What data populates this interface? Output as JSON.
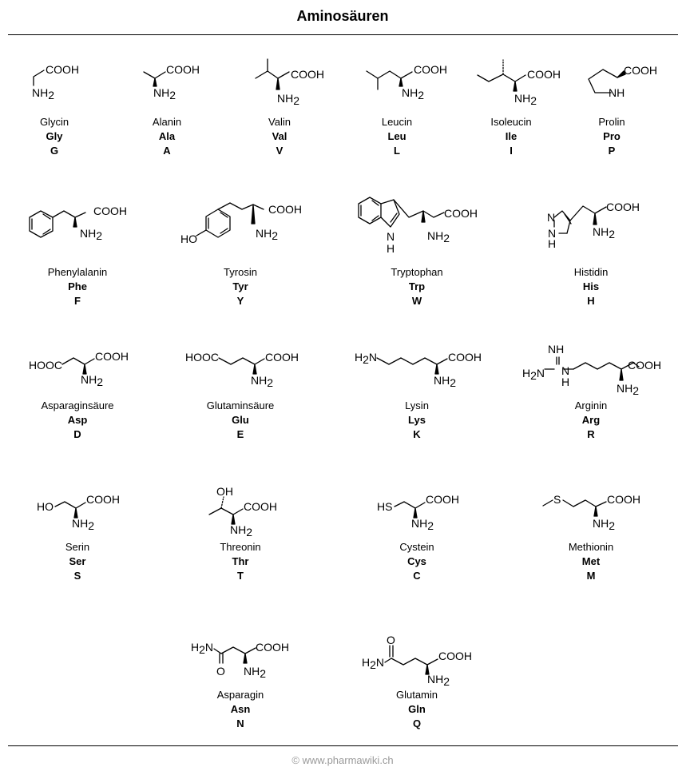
{
  "title": "Aminosäuren",
  "footer": "© www.pharmawiki.ch",
  "amino_acids": [
    {
      "name": "Glycin",
      "code3": "Gly",
      "code1": "G"
    },
    {
      "name": "Alanin",
      "code3": "Ala",
      "code1": "A"
    },
    {
      "name": "Valin",
      "code3": "Val",
      "code1": "V"
    },
    {
      "name": "Leucin",
      "code3": "Leu",
      "code1": "L"
    },
    {
      "name": "Isoleucin",
      "code3": "Ile",
      "code1": "I"
    },
    {
      "name": "Prolin",
      "code3": "Pro",
      "code1": "P"
    },
    {
      "name": "Phenylalanin",
      "code3": "Phe",
      "code1": "F"
    },
    {
      "name": "Tyrosin",
      "code3": "Tyr",
      "code1": "Y"
    },
    {
      "name": "Tryptophan",
      "code3": "Trp",
      "code1": "W"
    },
    {
      "name": "Histidin",
      "code3": "His",
      "code1": "H"
    },
    {
      "name": "Asparaginsäure",
      "code3": "Asp",
      "code1": "D"
    },
    {
      "name": "Glutaminsäure",
      "code3": "Glu",
      "code1": "E"
    },
    {
      "name": "Lysin",
      "code3": "Lys",
      "code1": "K"
    },
    {
      "name": "Arginin",
      "code3": "Arg",
      "code1": "R"
    },
    {
      "name": "Serin",
      "code3": "Ser",
      "code1": "S"
    },
    {
      "name": "Threonin",
      "code3": "Thr",
      "code1": "T"
    },
    {
      "name": "Cystein",
      "code3": "Cys",
      "code1": "C"
    },
    {
      "name": "Methionin",
      "code3": "Met",
      "code1": "M"
    },
    {
      "name": "Asparagin",
      "code3": "Asn",
      "code1": "N"
    },
    {
      "name": "Glutamin",
      "code3": "Gln",
      "code1": "Q"
    }
  ],
  "atom_labels": {
    "cooh": "COOH",
    "nh": "NH",
    "nh2_base": "NH",
    "sub2": "2",
    "hooc": "HOOC",
    "h2n_h": "H",
    "h2n_n": "N",
    "ho": "HO",
    "oh": "OH",
    "hs": "HS",
    "s": "S",
    "h": "H",
    "n": "N",
    "o": "O"
  }
}
